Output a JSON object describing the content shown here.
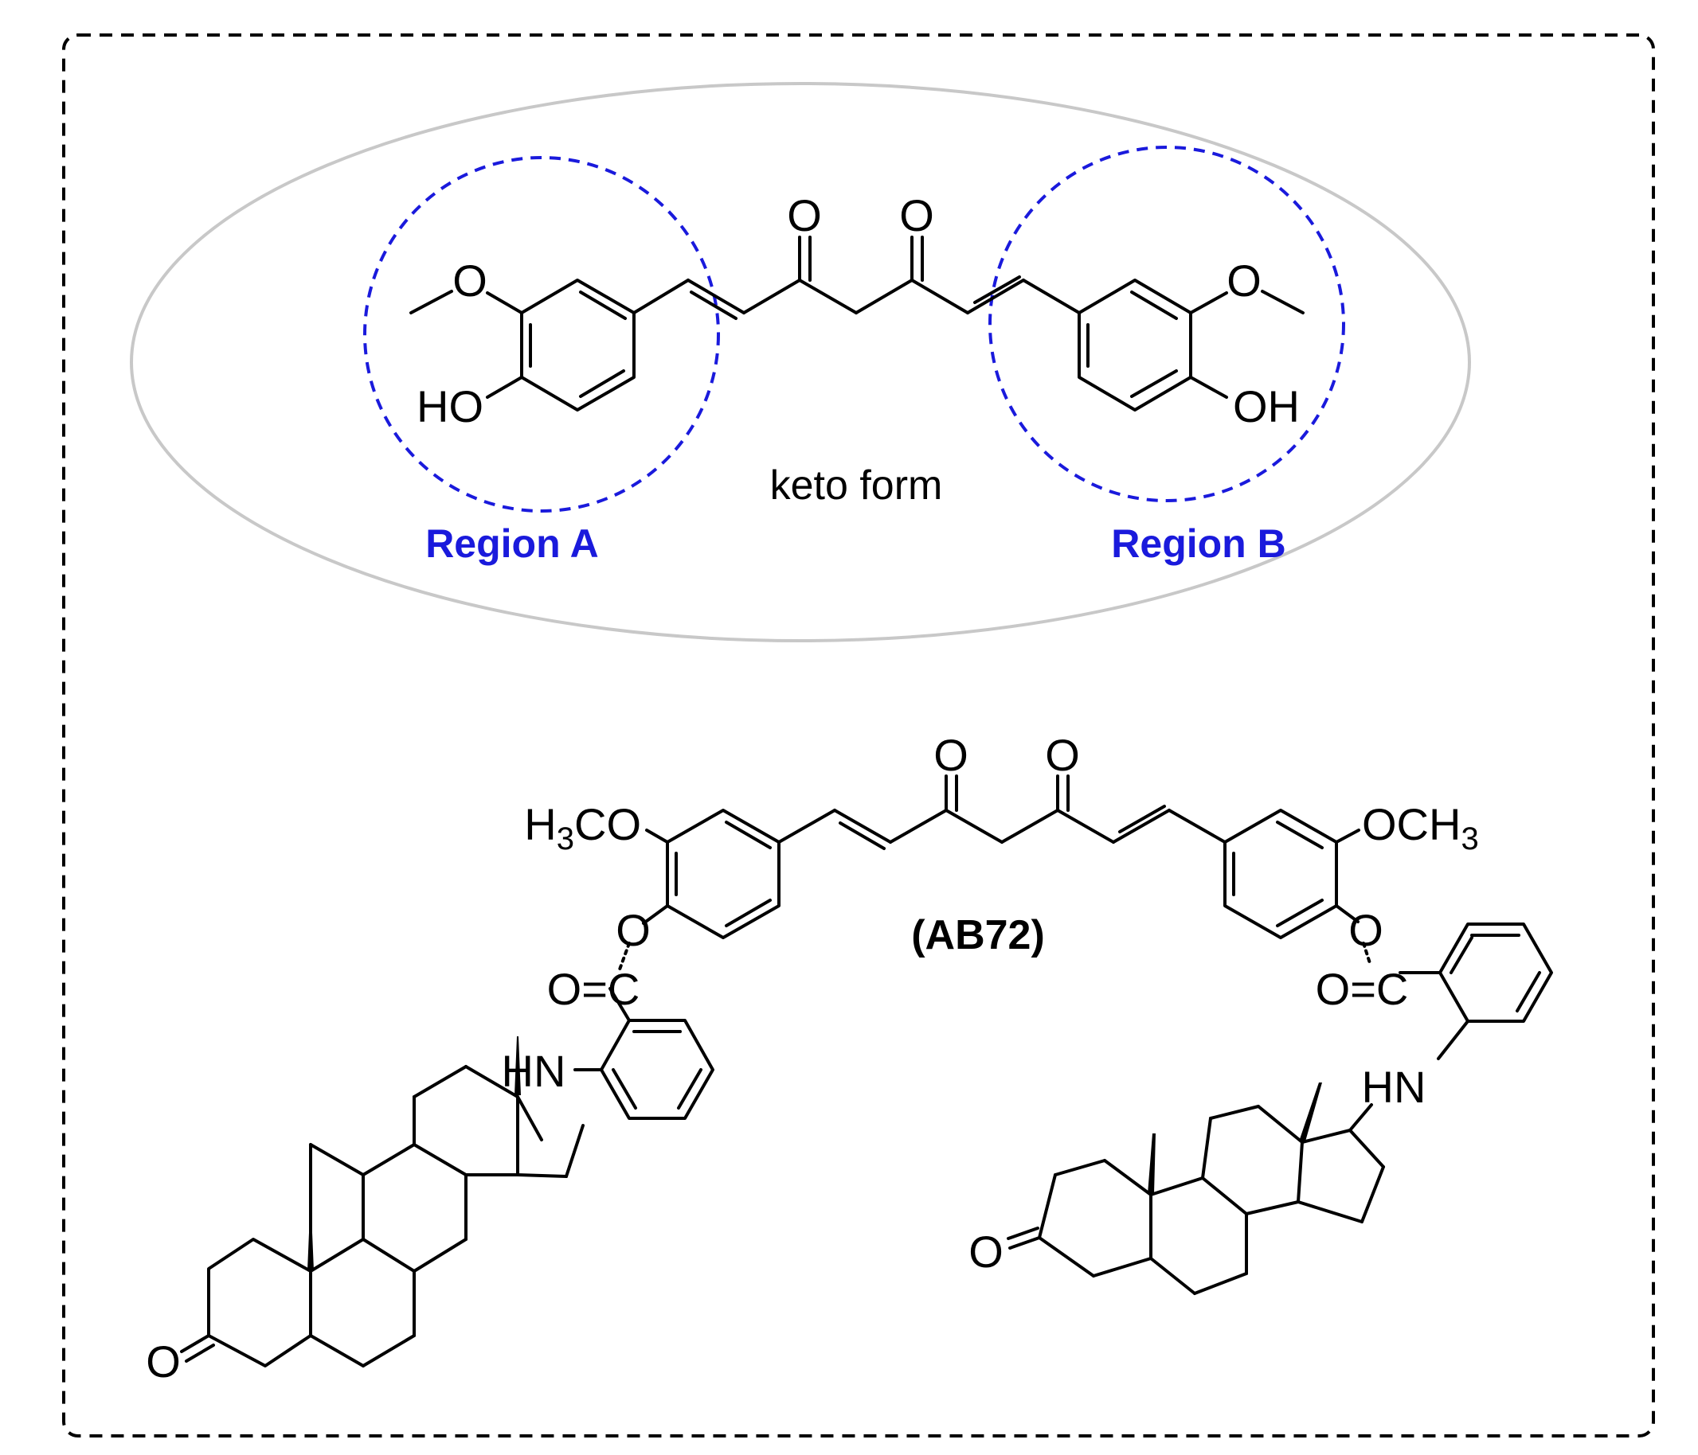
{
  "figure": {
    "colors": {
      "frame": "#000000",
      "ellipse": "#c8c8c8",
      "region": "#1a1adc",
      "bond": "#000000"
    },
    "keto": {
      "caption": "keto form",
      "region_a": "Region A",
      "region_b": "Region B",
      "atoms": {
        "o_left": "O",
        "o_right": "O",
        "ome_left": "O",
        "ome_right": "O",
        "oh_left": "HO",
        "oh_right": "OH"
      }
    },
    "ab72": {
      "label": "(AB72)",
      "atoms": {
        "o1": "O",
        "o2": "O",
        "h3co_h": "H",
        "h3co_3": "3",
        "h3co_co": "CO",
        "och3_och": "OCH",
        "och3_3": "3",
        "ester_o_left": "O",
        "ester_o_right": "O",
        "carbonyl_left": "O=C",
        "carbonyl_right": "O=C",
        "hn_left": "HN",
        "hn_right": "HN",
        "ketone_left": "O",
        "ketone_right": "O"
      }
    }
  }
}
